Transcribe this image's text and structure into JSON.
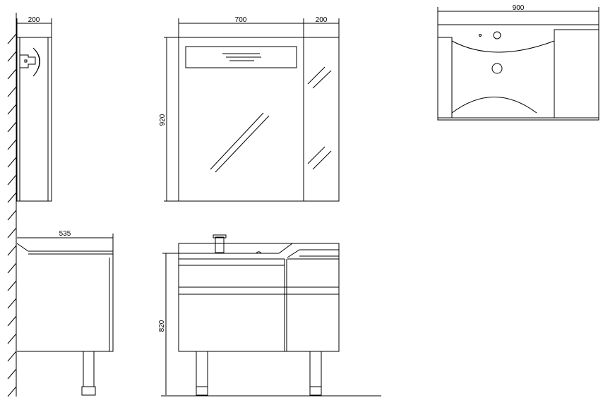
{
  "dimensions": {
    "side_cabinet_depth": "200",
    "mirror_width": "700",
    "mirror_side_width": "200",
    "mirror_height": "920",
    "basin_width": "900",
    "vanity_depth": "535",
    "vanity_height": "820"
  },
  "colors": {
    "line": "#000000",
    "background": "#ffffff"
  }
}
